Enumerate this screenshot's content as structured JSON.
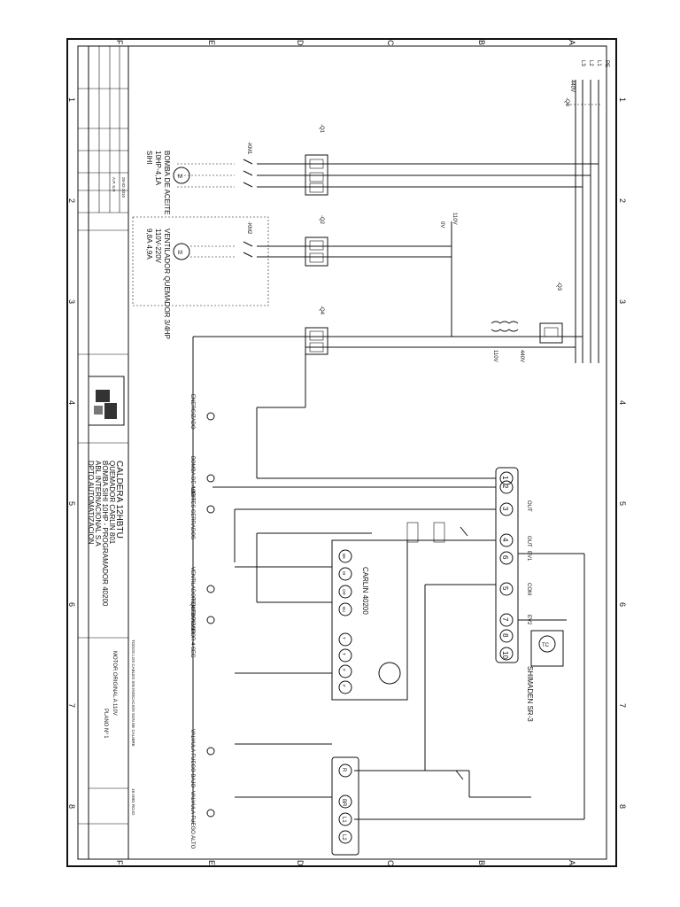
{
  "grid": {
    "columns": [
      "1",
      "2",
      "3",
      "4",
      "5",
      "6",
      "7",
      "8"
    ],
    "rows": [
      "A",
      "B",
      "C",
      "D",
      "E",
      "F"
    ]
  },
  "supply": {
    "lines": [
      "PE",
      "L1",
      "L2",
      "L3"
    ],
    "voltage": "440V",
    "main_switch": "-Q0"
  },
  "loads": {
    "pump": {
      "tag": "-KM1",
      "name": "BOMBA DE ACEITE",
      "spec": "10HP-4,1A",
      "brand": "SIHI"
    },
    "fan": {
      "tag": "-KM2",
      "name": "VENTILADOR QUEMADOR 3/4HP",
      "spec": "110V-220V",
      "current": "9,8A 4,9A"
    }
  },
  "breakers": {
    "q1": "-Q1",
    "q2": "-Q2",
    "q3": "-Q3",
    "q4": "-Q4"
  },
  "voltages": [
    "110V",
    "0V",
    "440V",
    "110V"
  ],
  "controller": {
    "name": "SHIMADEN SR-3",
    "terminals": [
      "1",
      "2",
      "3",
      "4",
      "6",
      "5",
      "7",
      "8",
      "10"
    ],
    "outputs": [
      "OUT",
      "OUT",
      "EV1",
      "COM",
      "EV2"
    ],
    "sensor": "TC"
  },
  "burner": {
    "name": "CARLIN 40200",
    "terminals": [
      "BK",
      "W",
      "OR",
      "BU",
      "T",
      "T",
      "F",
      "F"
    ]
  },
  "bottom_terminals": [
    "R",
    "BR",
    "L1",
    "L2"
  ],
  "indicators": [
    "ENERGIZADO",
    "BOMBA DE ACEITE",
    "LIMITES CERRADOS",
    "VENTILADOR QUEMADOR",
    "TEMPORIZADOR 4 SEG",
    "VALVULA FUEGO BAJO",
    "VALVULA FUEGO ALTO"
  ],
  "title_block": {
    "title": "CALDERA 12HBTU",
    "line2": "QUEMADOR CARLIN 801",
    "line3": "BOMBA SIHI 10HP - PROGRAMADOR 40200",
    "company": "ABL INTERNACIONAL S.A",
    "dept": "DPTO AUTOMATIZACION",
    "motor_note": "MOTOR ORIGINAL A 110V",
    "plan": "PLANO Nº 1",
    "date": "25-02-2010",
    "drawn": "A.P. S.P.",
    "cable_note": "TODOS LOS CABLES SIN INDICACION SON DE CALIBRE",
    "cable_gauge": "18 AWG ROJO"
  }
}
